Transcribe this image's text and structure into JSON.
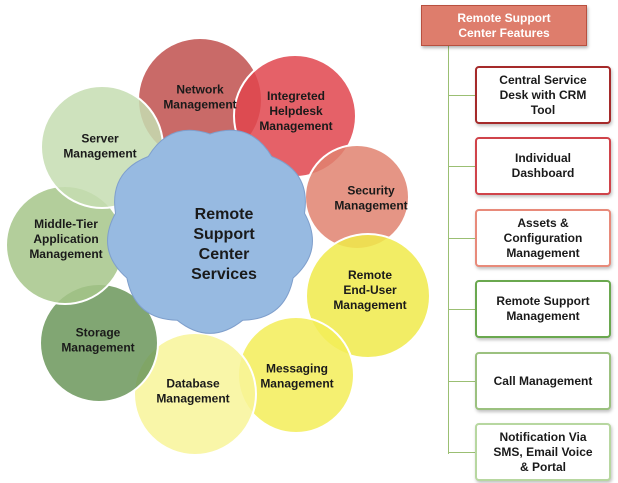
{
  "center": {
    "lines": [
      "Remote",
      "Support",
      "Center",
      "Services"
    ]
  },
  "services": [
    {
      "lines": [
        "Network",
        "Management"
      ],
      "color": "#c0504d"
    },
    {
      "lines": [
        "Integreted",
        "Helpdesk",
        "Management"
      ],
      "color": "#e0454d"
    },
    {
      "lines": [
        "Security",
        "Management"
      ],
      "color": "#e08270"
    },
    {
      "lines": [
        "Remote",
        "End-User",
        "Management"
      ],
      "color": "#f0ea4a"
    },
    {
      "lines": [
        "Messaging",
        "Management"
      ],
      "color": "#f3ed58"
    },
    {
      "lines": [
        "Database",
        "Management"
      ],
      "color": "#f8f499"
    },
    {
      "lines": [
        "Storage",
        "Management"
      ],
      "color": "#6b965a"
    },
    {
      "lines": [
        "Middle-Tier",
        "Application",
        "Management"
      ],
      "color": "#a6c58a"
    },
    {
      "lines": [
        "Server",
        "Management"
      ],
      "color": "#c5ddb2"
    }
  ],
  "features": {
    "header": "Remote Support\nCenter Features",
    "items": [
      {
        "label": "Central Service\nDesk with CRM\nTool",
        "border": "#a52a2a"
      },
      {
        "label": "Individual\nDashboard",
        "border": "#d0434a"
      },
      {
        "label": "Assets &\nConfiguration\nManagement",
        "border": "#e88a7a"
      },
      {
        "label": "Remote Support\nManagement",
        "border": "#6aa84f"
      },
      {
        "label": "Call Management",
        "border": "#9bc17f"
      },
      {
        "label": "Notification Via\nSMS, Email Voice\n& Portal",
        "border": "#b7d7a0"
      }
    ]
  }
}
